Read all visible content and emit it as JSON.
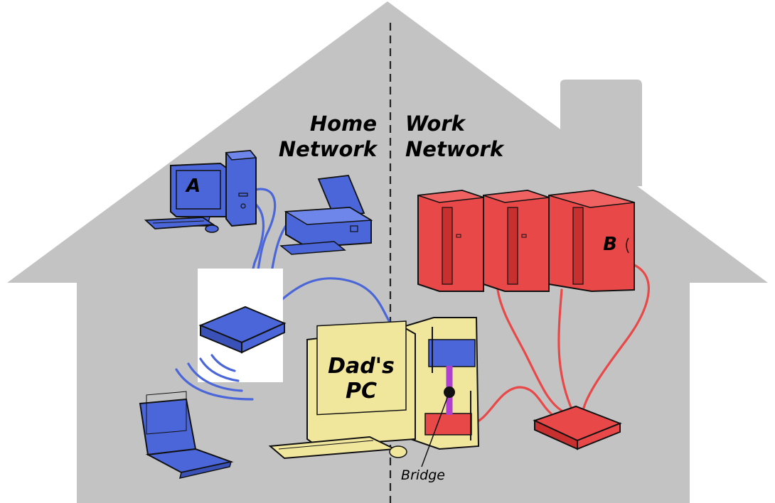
{
  "labels": {
    "home_network_line1": "Home",
    "home_network_line2": "Network",
    "work_network_line1": "Work",
    "work_network_line2": "Network",
    "computer_a": "A",
    "server_b": "B",
    "dads_pc_line1": "Dad's",
    "dads_pc_line2": "PC",
    "bridge": "Bridge"
  },
  "icons": [
    "house-silhouette",
    "desktop-computer-icon",
    "printer-icon",
    "wireless-router-icon",
    "laptop-icon",
    "server-rack-icon",
    "network-switch-icon",
    "network-card-icon"
  ],
  "colors": {
    "house": "#c3c3c3",
    "home_network": "#4a66d8",
    "work_network": "#e84848",
    "dads_pc": "#f1e79c",
    "bridge_link": "#b040d0"
  }
}
